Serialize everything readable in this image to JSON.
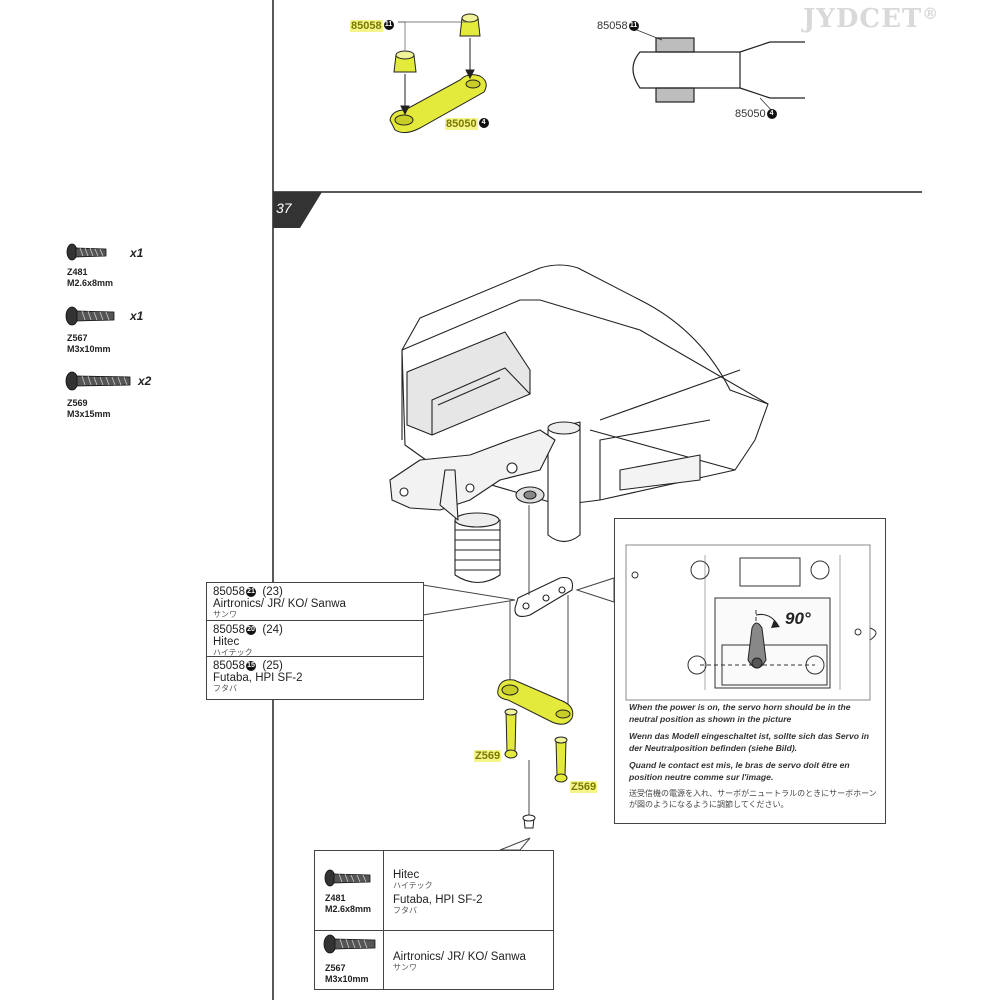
{
  "watermark": "JYDCET",
  "watermark_mark": "®",
  "step_number": "37",
  "top_left_detail": {
    "part_a_code": "85058",
    "part_a_qty_badge": "11",
    "part_b_code": "85050",
    "part_b_qty_badge": "4"
  },
  "top_right_detail": {
    "part_a_code": "85058",
    "part_a_qty_badge": "11",
    "part_b_code": "85050",
    "part_b_qty_badge": "4"
  },
  "screws": [
    {
      "code": "Z481",
      "size": "M2.6x8mm",
      "qty": "x1"
    },
    {
      "code": "Z567",
      "size": "M3x10mm",
      "qty": "x1"
    },
    {
      "code": "Z569",
      "size": "M3x15mm",
      "qty": "x2"
    }
  ],
  "horn_options": [
    {
      "code": "85058",
      "badge": "21",
      "count": "(23)",
      "brands": "Airtronics/ JR/ KO/ Sanwa",
      "kana": "サンワ"
    },
    {
      "code": "85058",
      "badge": "20",
      "count": "(24)",
      "brands": "Hitec",
      "kana": "ハイテック"
    },
    {
      "code": "85058",
      "badge": "15",
      "count": "(25)",
      "brands": "Futaba, HPI SF-2",
      "kana": "フタバ"
    }
  ],
  "callouts": {
    "screw_left": "Z569",
    "screw_right": "Z569"
  },
  "neutral_detail": {
    "angle": "90°",
    "note_en": "When the power is on, the servo horn should be in the neutral position as shown in the picture",
    "note_de": "Wenn das Modell eingeschaltet ist, sollte sich das Servo in der Neutralposition befinden (siehe Bild).",
    "note_fr": "Quand le contact est mis, le bras de servo doit être en position neutre comme sur l'image.",
    "note_jp": "送受信機の電源を入れ、サーボがニュートラルのときにサーボホーンが図のようになるように調節してください。"
  },
  "screw_choice": [
    {
      "code": "Z481",
      "size": "M2.6x8mm",
      "brands": [
        {
          "name": "Hitec",
          "kana": "ハイテック"
        },
        {
          "name": "Futaba, HPI SF-2",
          "kana": "フタバ"
        }
      ]
    },
    {
      "code": "Z567",
      "size": "M3x10mm",
      "brands": [
        {
          "name": "Airtronics/ JR/ KO/ Sanwa",
          "kana": "サンワ"
        }
      ]
    }
  ],
  "colors": {
    "highlight": "#e4ea3c",
    "line": "#222222",
    "box_border": "#444444"
  }
}
